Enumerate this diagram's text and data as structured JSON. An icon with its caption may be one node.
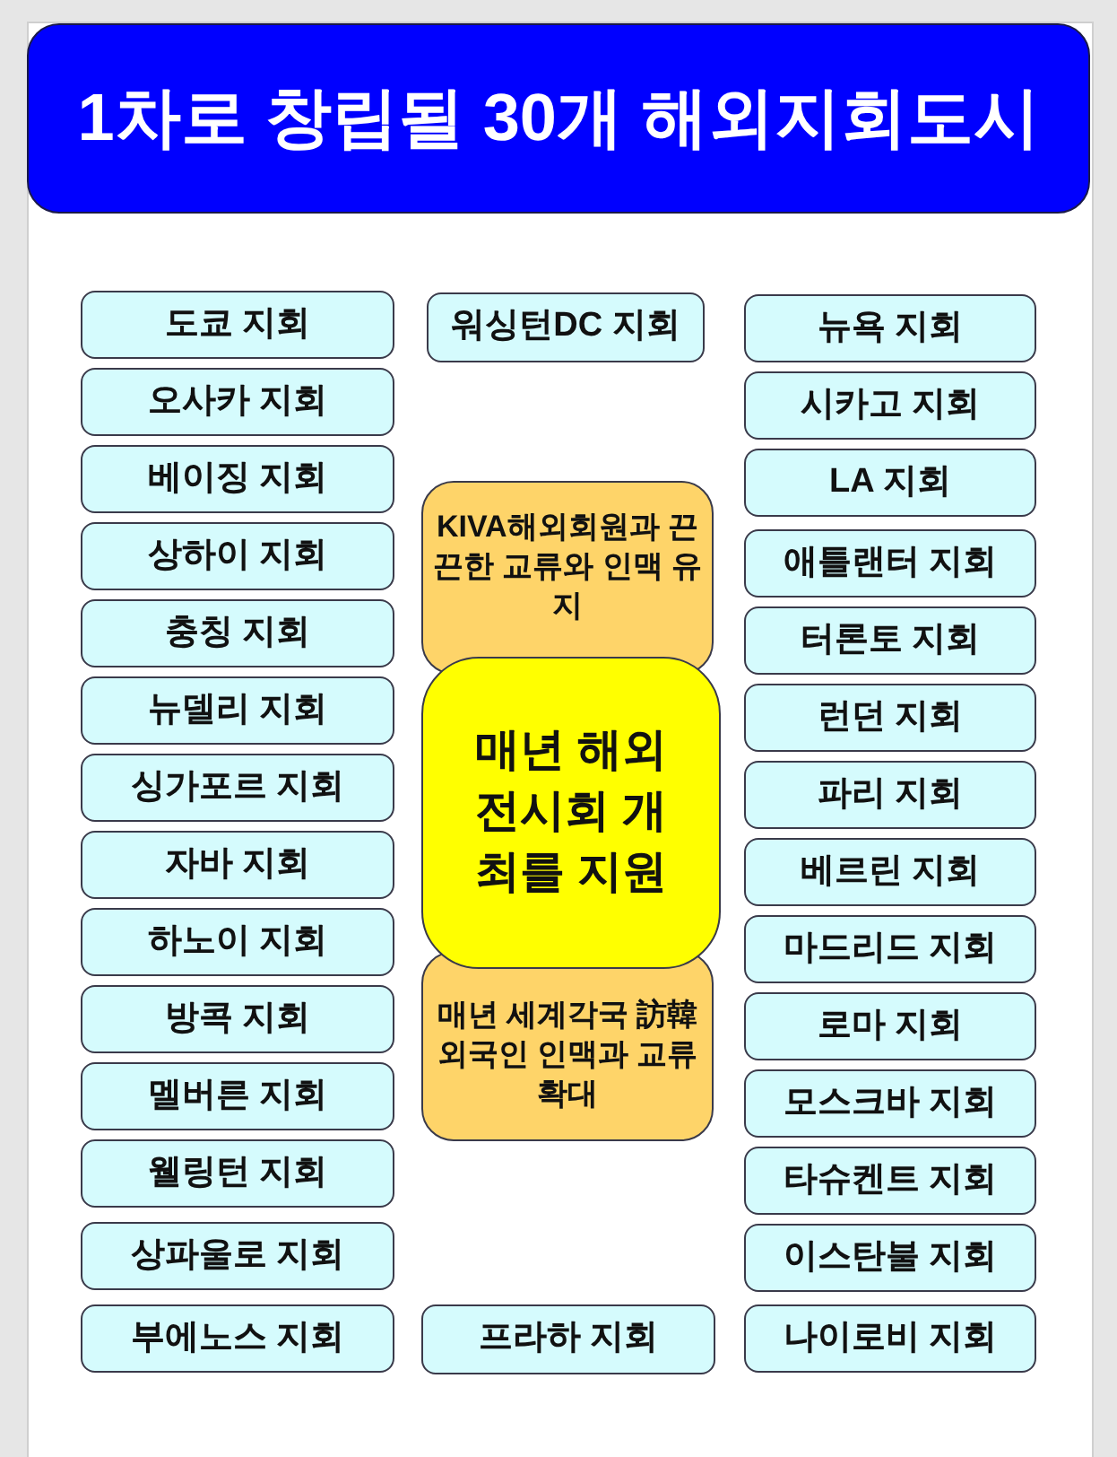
{
  "diagram": {
    "title": "1차로 창립될 30개 해외지회도시",
    "nodes": [
      {
        "text": [
          "도쿄 지회"
        ]
      },
      {
        "text": [
          "오사카 지회"
        ]
      },
      {
        "text": [
          "베이징 지회"
        ]
      },
      {
        "text": [
          "상하이 지회"
        ]
      },
      {
        "text": [
          "충칭 지회"
        ]
      },
      {
        "text": [
          "뉴델리 지회"
        ]
      },
      {
        "text": [
          "싱가포르 지회"
        ]
      },
      {
        "text": [
          "자바 지회"
        ]
      },
      {
        "text": [
          "하노이 지회"
        ]
      },
      {
        "text": [
          "방콕 지회"
        ]
      },
      {
        "text": [
          "멜버른 지회"
        ]
      },
      {
        "text": [
          "웰링턴 지회"
        ]
      },
      {
        "text": [
          "상파울로 지회"
        ]
      },
      {
        "text": [
          "부에노스 지회"
        ]
      },
      {
        "text": [
          "워싱턴DC 지회"
        ]
      },
      {
        "text": [
          "KIVA해외회원과 끈끈한 교류와 인맥 유지"
        ]
      },
      {
        "text": [
          "매년 해외전시회 개최를 지원"
        ]
      },
      {
        "text": [
          "매년 세계각국 訪韓 외국인 인맥과 교류확대"
        ]
      },
      {
        "text": [
          "프라하 지회"
        ]
      },
      {
        "text": [
          "뉴욕 지회"
        ]
      },
      {
        "text": [
          "시카고 지회"
        ]
      },
      {
        "text": [
          "LA 지회"
        ]
      },
      {
        "text": [
          "애틀랜터 지회"
        ]
      },
      {
        "text": [
          "터론토 지회"
        ]
      },
      {
        "text": [
          "런던 지회"
        ]
      },
      {
        "text": [
          "파리 지회"
        ]
      },
      {
        "text": [
          "베르린 지회"
        ]
      },
      {
        "text": [
          "마드리드 지회"
        ]
      },
      {
        "text": [
          "로마 지회"
        ]
      },
      {
        "text": [
          "모스크바 지회"
        ]
      },
      {
        "text": [
          "타슈켄트 지회"
        ]
      },
      {
        "text": [
          "이스탄불 지회"
        ]
      },
      {
        "text": [
          "나이로비 지회"
        ]
      }
    ]
  }
}
